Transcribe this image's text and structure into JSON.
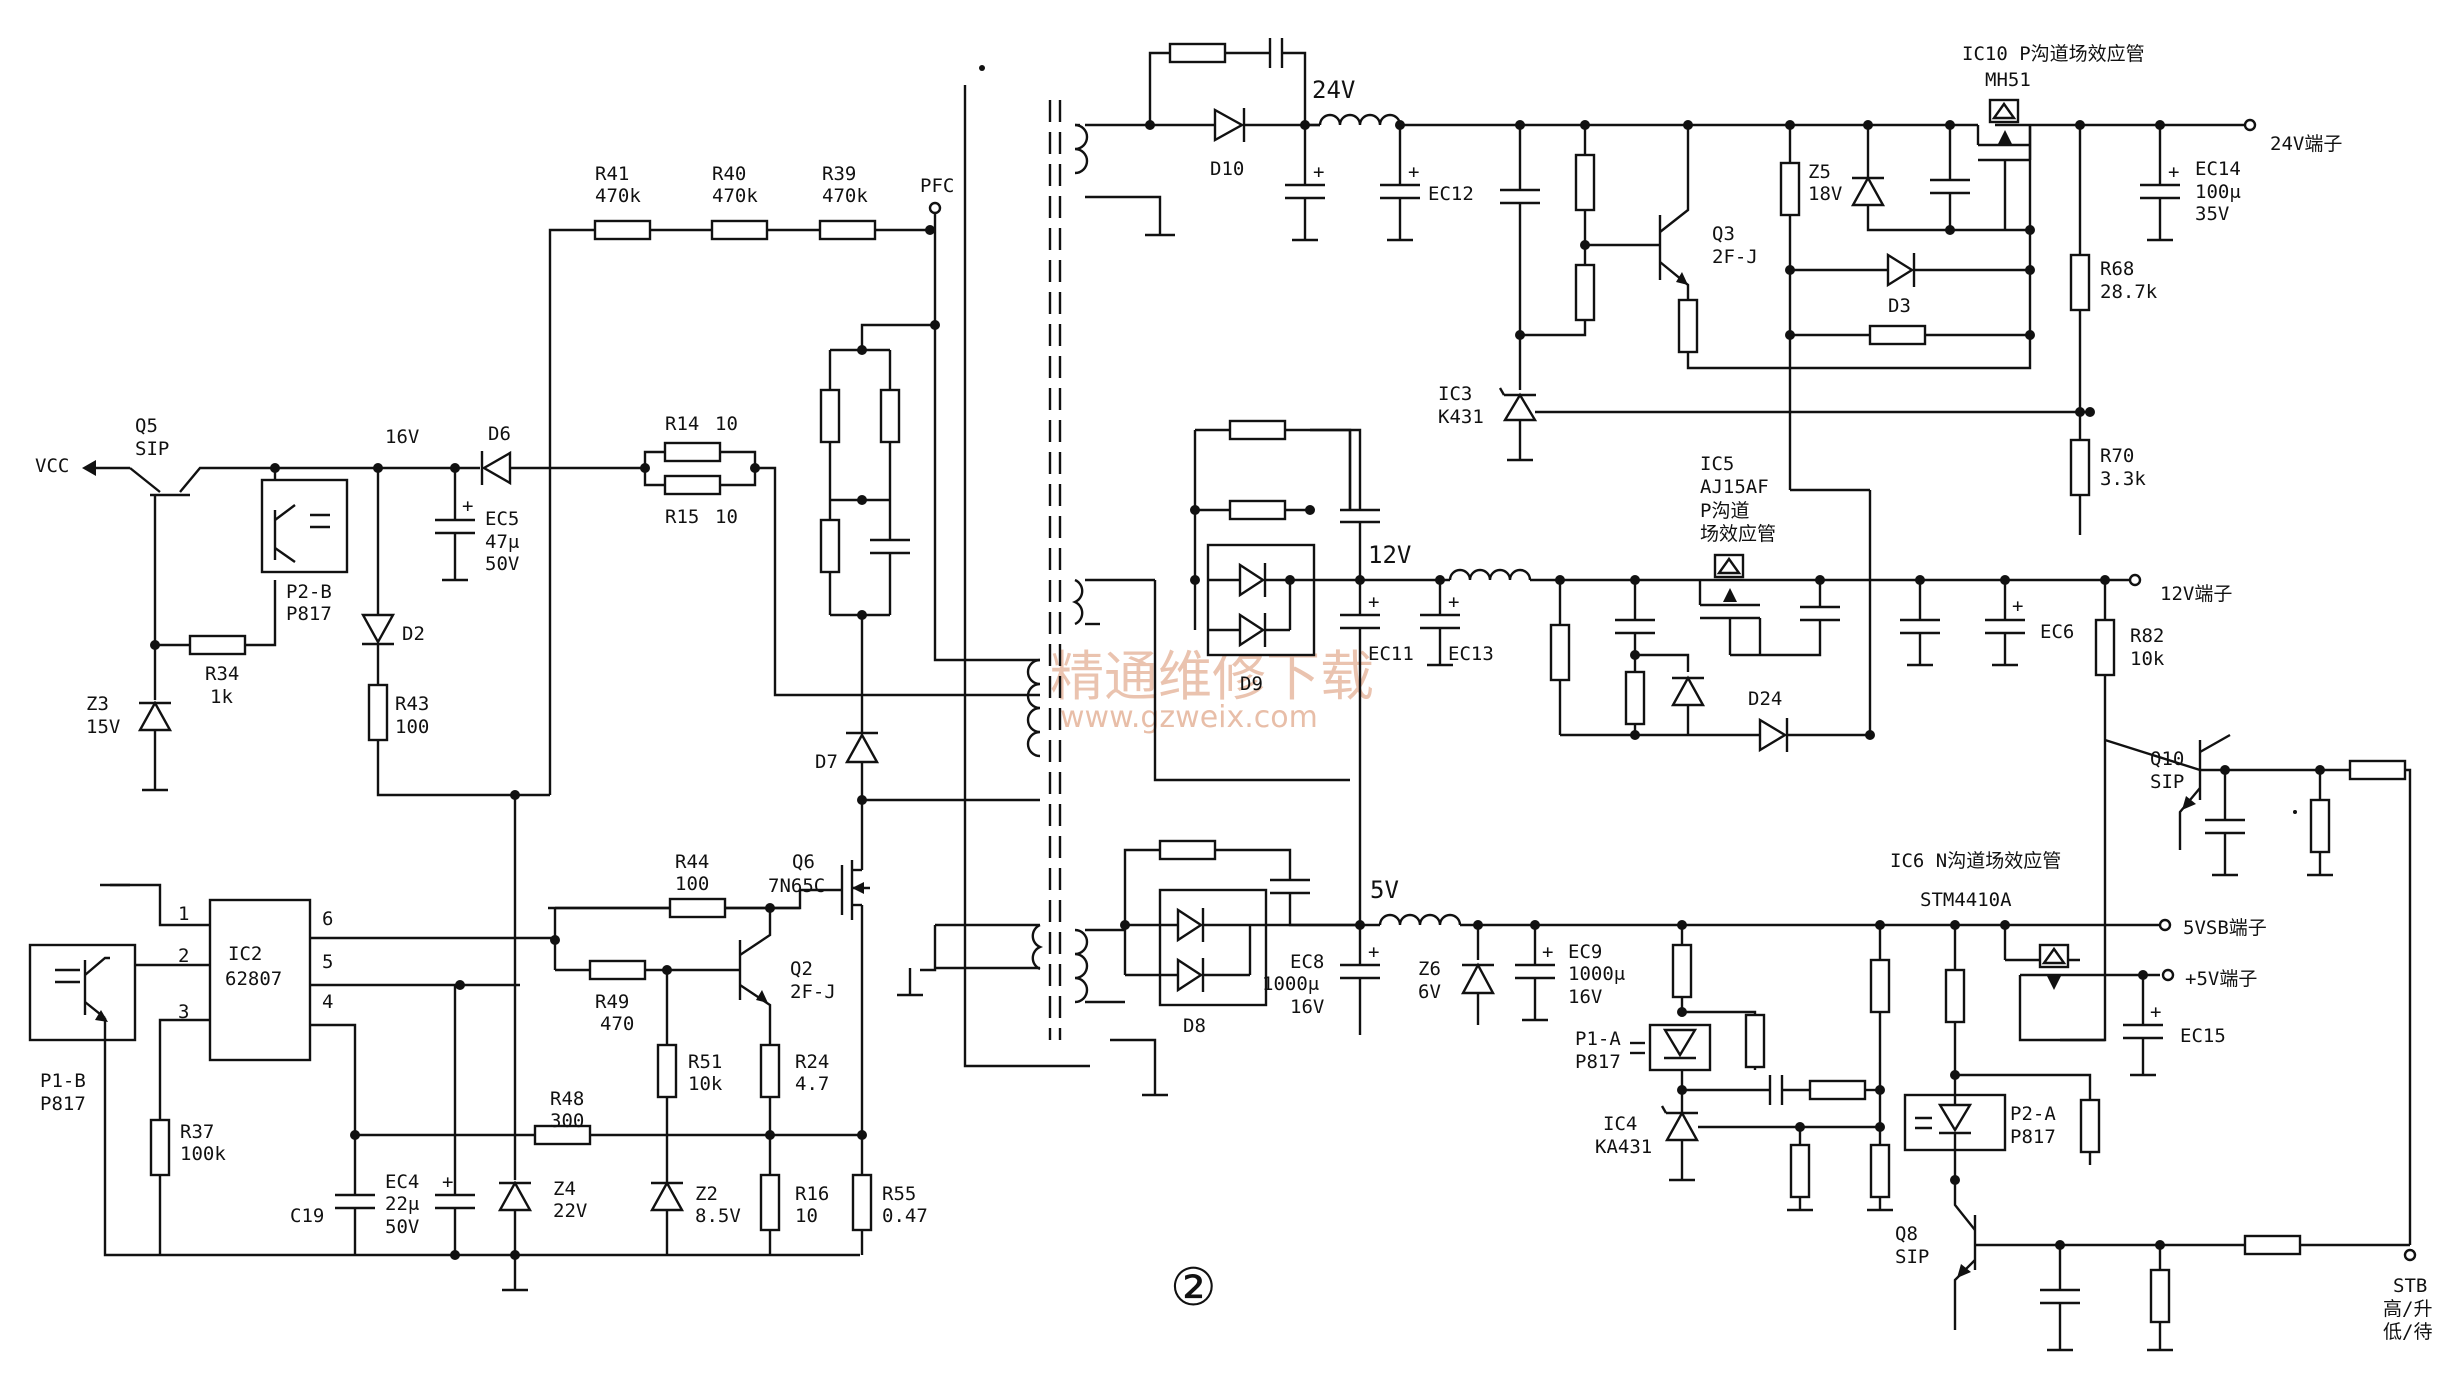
{
  "labels": {
    "vcc": "VCC",
    "q5": "Q5",
    "q5_t": "SIP",
    "z3": "Z3",
    "z3_v": "15V",
    "r34": "R34",
    "r34_v": "1k",
    "p2b": "P2-B",
    "p2b_t": "P817",
    "v16": "16V",
    "d6": "D6",
    "ec5": "EC5",
    "ec5_v1": "47μ",
    "ec5_v2": "50V",
    "d2": "D2",
    "r43": "R43",
    "r43_v": "100",
    "r41": "R41",
    "r41_v": "470k",
    "r40": "R40",
    "r40_v": "470k",
    "r39": "R39",
    "r39_v": "470k",
    "pfc": "PFC",
    "r14": "R14",
    "r14_v": "10",
    "r15": "R15",
    "r15_v": "10",
    "d7": "D7",
    "q6": "Q6",
    "q6_t": "7N65C",
    "r44": "R44",
    "r44_v": "100",
    "r49": "R49",
    "r49_v": "470",
    "q2": "Q2",
    "q2_t": "2F-J",
    "r51": "R51",
    "r51_v": "10k",
    "r24": "R24",
    "r24_v": "4.7",
    "r48": "R48",
    "r48_v": "300",
    "ic2": "IC2",
    "ic2_t": "62807",
    "pin1": "1",
    "pin2": "2",
    "pin3": "3",
    "pin4": "4",
    "pin5": "5",
    "pin6": "6",
    "p1b": "P1-B",
    "p1b_t": "P817",
    "r37": "R37",
    "r37_v": "100k",
    "c19": "C19",
    "ec4": "EC4",
    "ec4_v1": "22μ",
    "ec4_v2": "50V",
    "z4": "Z4",
    "z4_v": "22V",
    "z2": "Z2",
    "z2_v": "8.5V",
    "r16": "R16",
    "r16_v": "10",
    "r55": "R55",
    "r55_v": "0.47",
    "circle2": "②",
    "d10": "D10",
    "v24": "24V",
    "ec12": "EC12",
    "ic10": "IC10 P沟道场效应管",
    "mh51": "MH51",
    "out24": "24V端子",
    "ec14": "EC14",
    "ec14_v1": "100μ",
    "ec14_v2": "35V",
    "q3": "Q3",
    "q3_t": "2F-J",
    "z5": "Z5",
    "z5_v": "18V",
    "d3": "D3",
    "r68": "R68",
    "r68_v": "28.7k",
    "ic3": "IC3",
    "ic3_t": "K431",
    "r70": "R70",
    "r70_v": "3.3k",
    "ic5": "IC5",
    "ic5_t": "AJ15AF",
    "ic5_d1": "P沟道",
    "ic5_d2": "场效应管",
    "v12": "12V",
    "d9": "D9",
    "ec11": "EC11",
    "ec13": "EC13",
    "d24": "D24",
    "ec6": "EC6",
    "out12": "12V端子",
    "r82": "R82",
    "r82_v": "10k",
    "q10": "Q10",
    "q10_t": "SIP",
    "ic6": "IC6 N沟道场效应管",
    "stm": "STM4410A",
    "v5": "5V",
    "out5vsb": "5VSB端子",
    "out5v": "+5V端子",
    "d8": "D8",
    "ec8": "EC8",
    "ec8_v1": "1000μ",
    "ec8_v2": "16V",
    "z6": "Z6",
    "z6_v": "6V",
    "ec9": "EC9",
    "ec9_v1": "1000μ",
    "ec9_v2": "16V",
    "p1a": "P1-A",
    "p1a_t": "P817",
    "ic4": "IC4",
    "ic4_t": "KA431",
    "p2a": "P2-A",
    "p2a_t": "P817",
    "ec15": "EC15",
    "q8": "Q8",
    "q8_t": "SIP",
    "stb": "STB",
    "stb_1": "高/升",
    "stb_2": "低/待",
    "watermark": "精通维修下载",
    "watermark_url": "www.gzweix.com"
  },
  "colors": {
    "ink": "#111111",
    "watermark": "#d9936f",
    "paper": "#ffffff"
  }
}
